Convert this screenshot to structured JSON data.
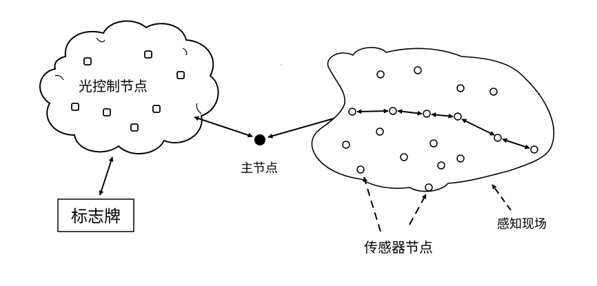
{
  "labels": {
    "light_control_nodes": "光控制节点",
    "sign": "标志牌",
    "master_node": "主节点",
    "sensor_nodes": "传感器节点",
    "sensing_field": "感知现场"
  },
  "colors": {
    "stroke": "#000000",
    "fill": "#ffffff"
  }
}
